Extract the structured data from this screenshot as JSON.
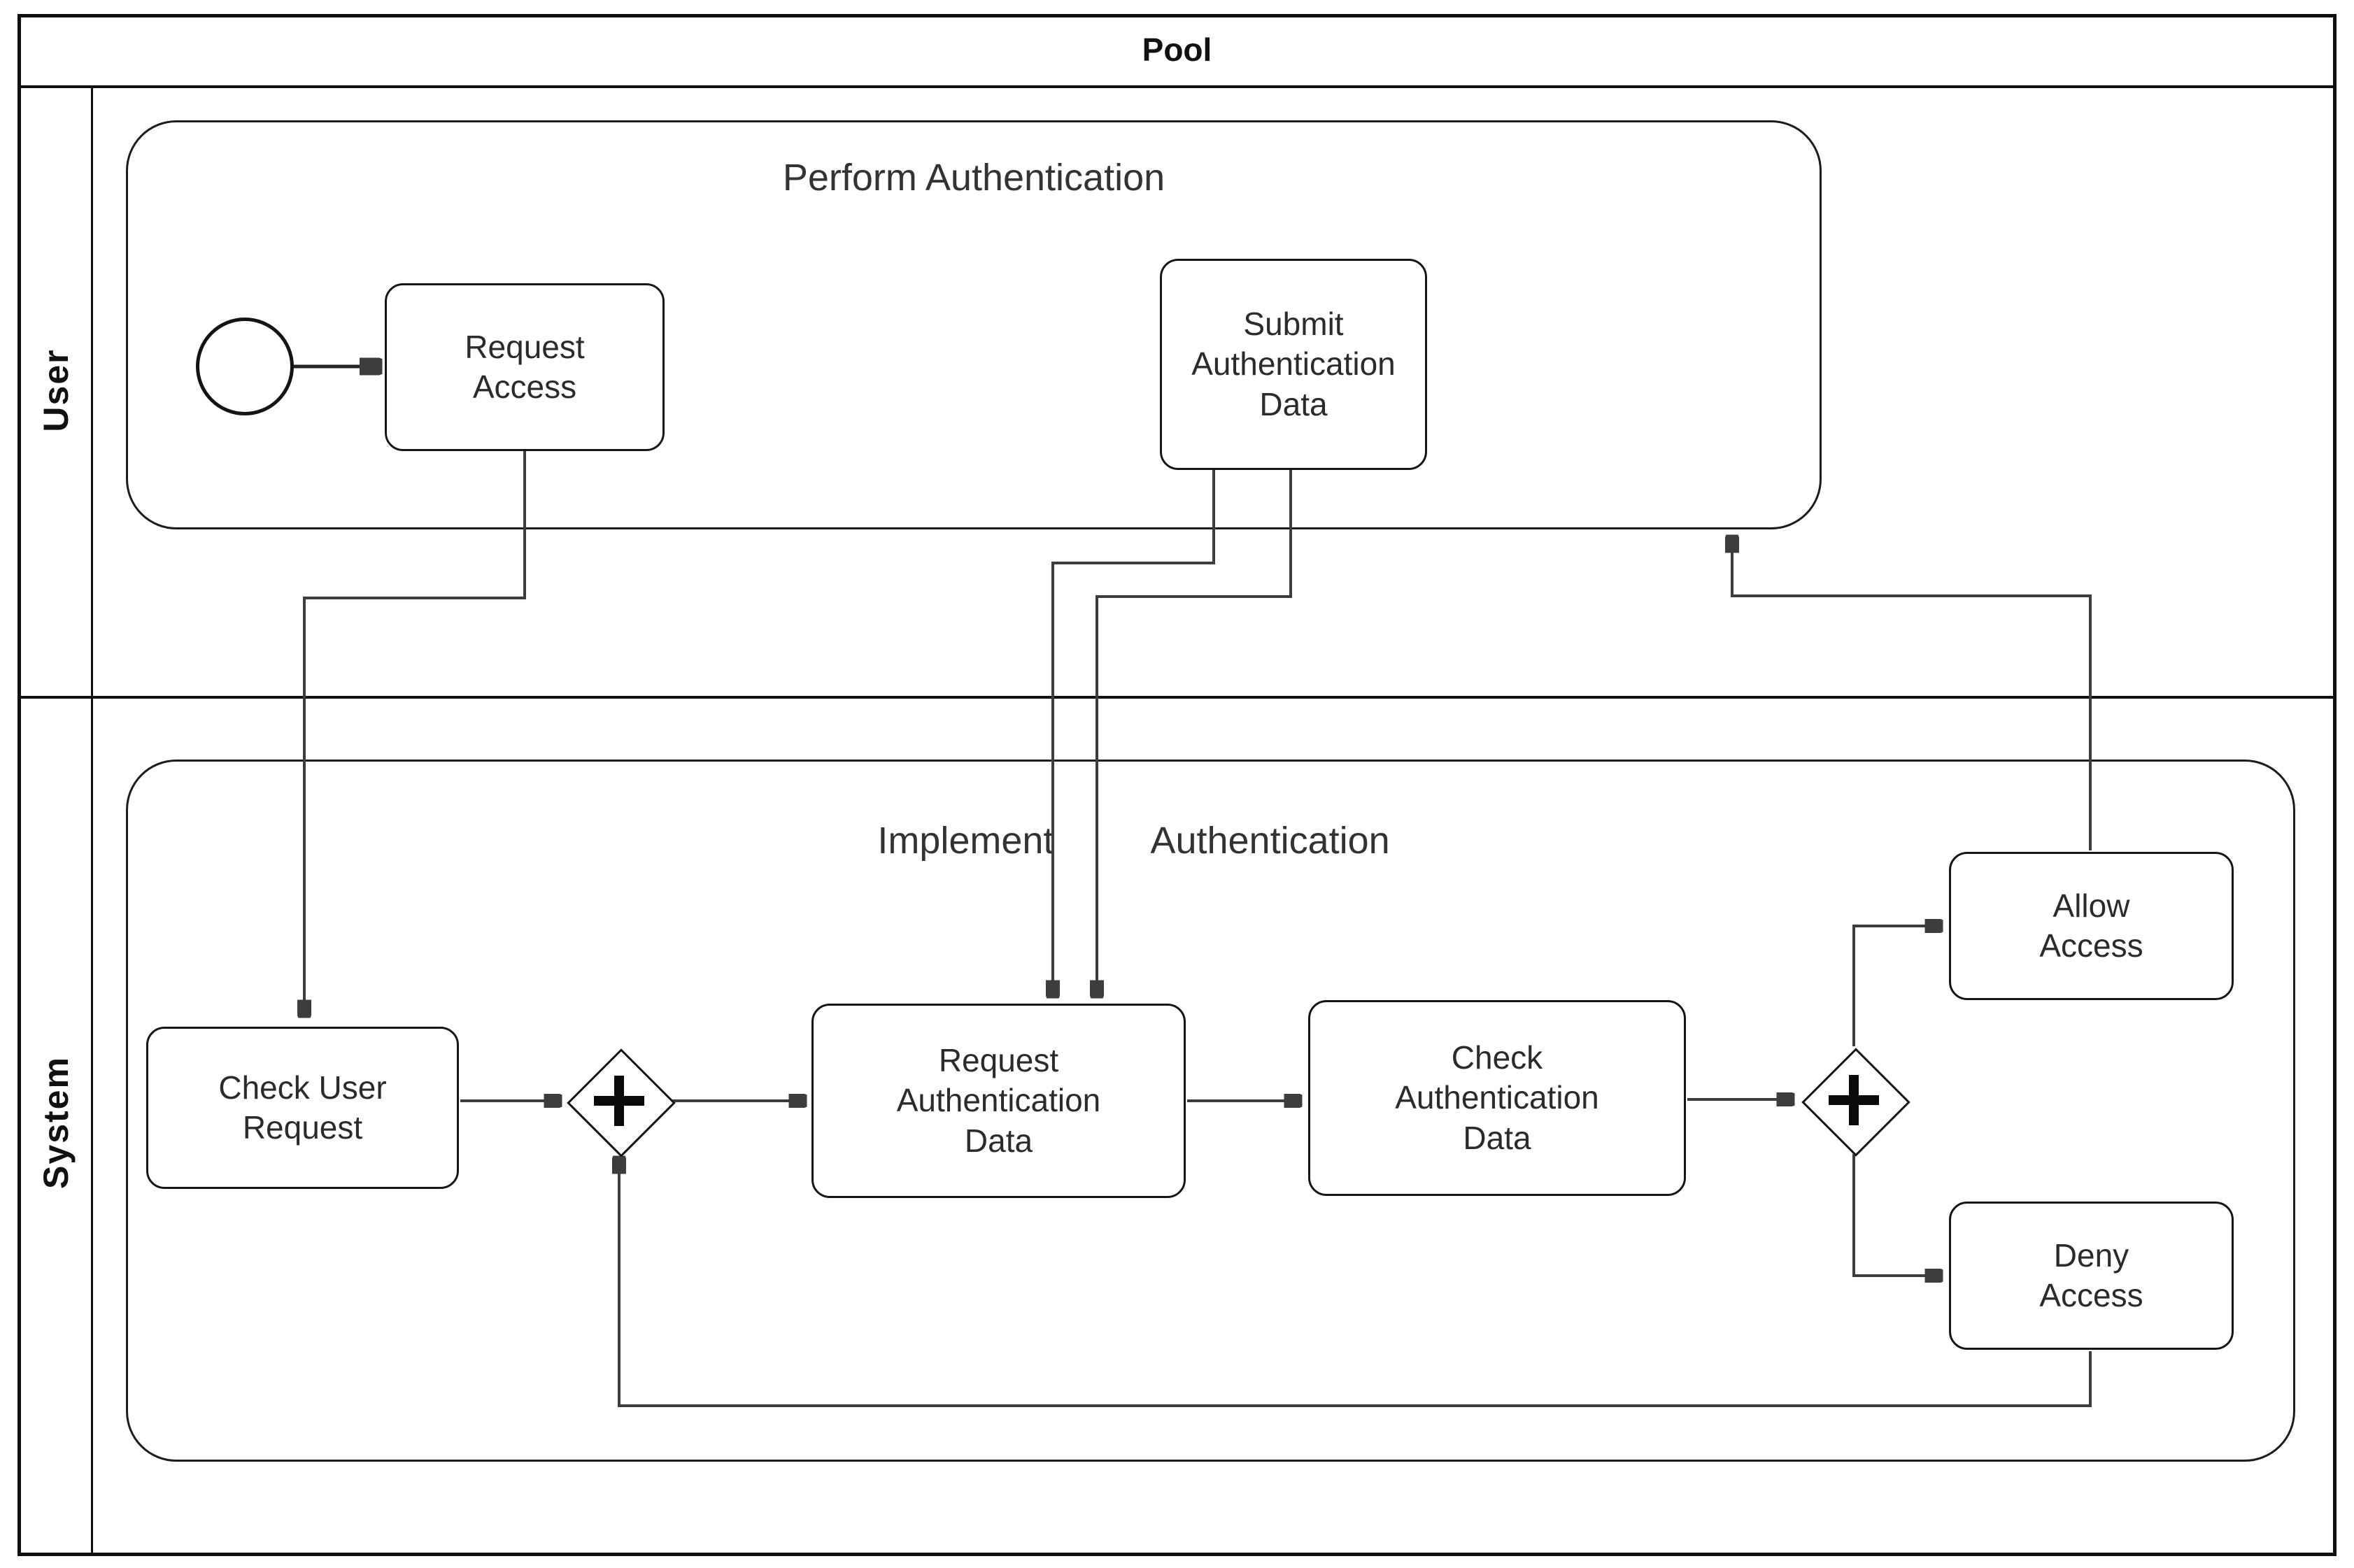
{
  "pool": {
    "title": "Pool"
  },
  "lanes": {
    "user": {
      "label": "User"
    },
    "system": {
      "label": "System"
    }
  },
  "subprocesses": {
    "perform": {
      "title": "Perform Authentication"
    },
    "implement": {
      "title_left": "Implement",
      "title_right": "Authentication"
    }
  },
  "tasks": {
    "request_access": {
      "lines": [
        "Request",
        "Access"
      ]
    },
    "submit_auth_data": {
      "lines": [
        "Submit",
        "Authentication",
        "Data"
      ]
    },
    "check_user_request": {
      "lines": [
        "Check User",
        "Request"
      ]
    },
    "request_auth_data": {
      "lines": [
        "Request",
        "Authentication",
        "Data"
      ]
    },
    "check_auth_data": {
      "lines": [
        "Check",
        "Authentication",
        "Data"
      ]
    },
    "allow_access": {
      "lines": [
        "Allow",
        "Access"
      ]
    },
    "deny_access": {
      "lines": [
        "Deny",
        "Access"
      ]
    }
  },
  "icons": {
    "gateway_marker": "plus-cross",
    "start_event": "circle"
  },
  "colors": {
    "shape_border": "#141414",
    "flow_line": "#3d3d3d",
    "arrowhead": "#111111",
    "background": "#ffffff",
    "text": "#2b2b2b"
  }
}
